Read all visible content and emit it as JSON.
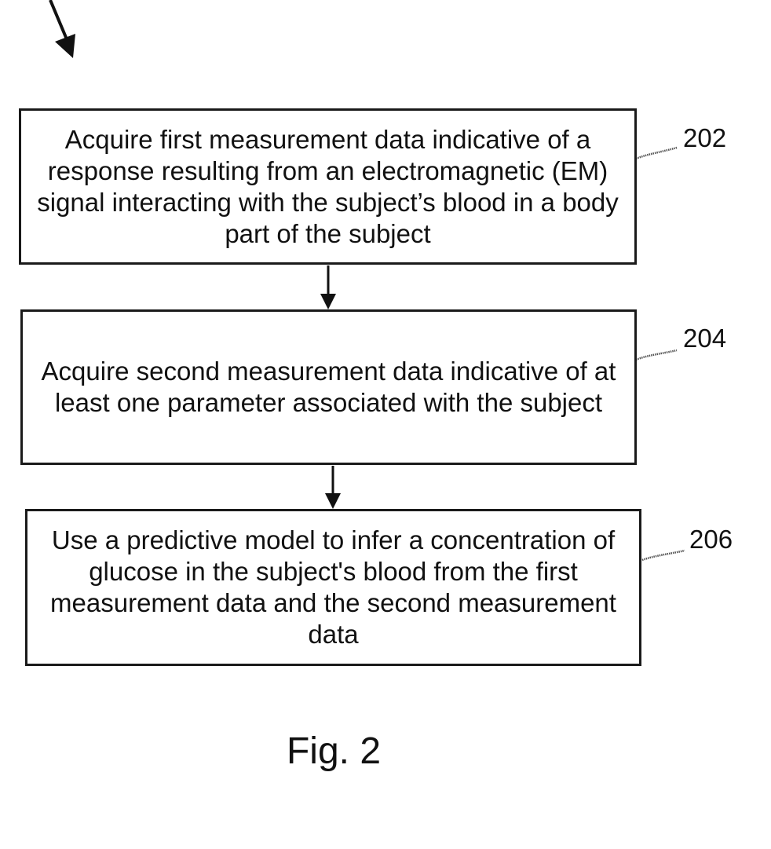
{
  "steps": [
    {
      "text": "Acquire first measurement data indicative of a response resulting from an electromagnetic (EM) signal interacting with the subject’s blood in a body part of the subject",
      "ref": "202"
    },
    {
      "text": "Acquire second measurement data indicative of at least one parameter associated with the subject",
      "ref": "204"
    },
    {
      "text": "Use a predictive model to infer a concentration of glucose in the subject's blood from the first measurement data and the second measurement data",
      "ref": "206"
    }
  ],
  "figure": {
    "caption": "Fig. 2"
  }
}
